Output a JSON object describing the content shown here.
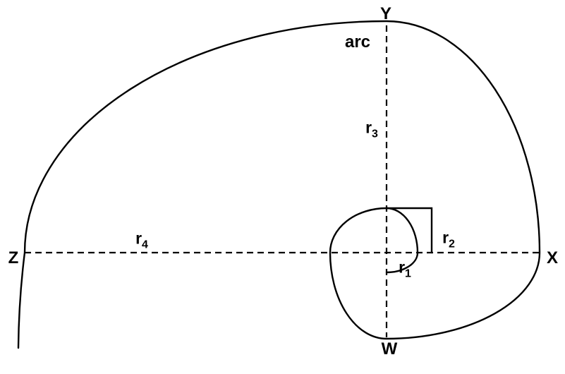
{
  "figure": {
    "colors": {
      "stroke": "#000000",
      "background": "#ffffff"
    },
    "point_labels": {
      "top": "Y",
      "right": "X",
      "bottom": "W",
      "left": "Z"
    },
    "arc_label": "arc",
    "radius_labels": {
      "r1": {
        "base": "r",
        "sub": "1"
      },
      "r2": {
        "base": "r",
        "sub": "2"
      },
      "r3": {
        "base": "r",
        "sub": "3"
      },
      "r4": {
        "base": "r",
        "sub": "4"
      }
    }
  }
}
